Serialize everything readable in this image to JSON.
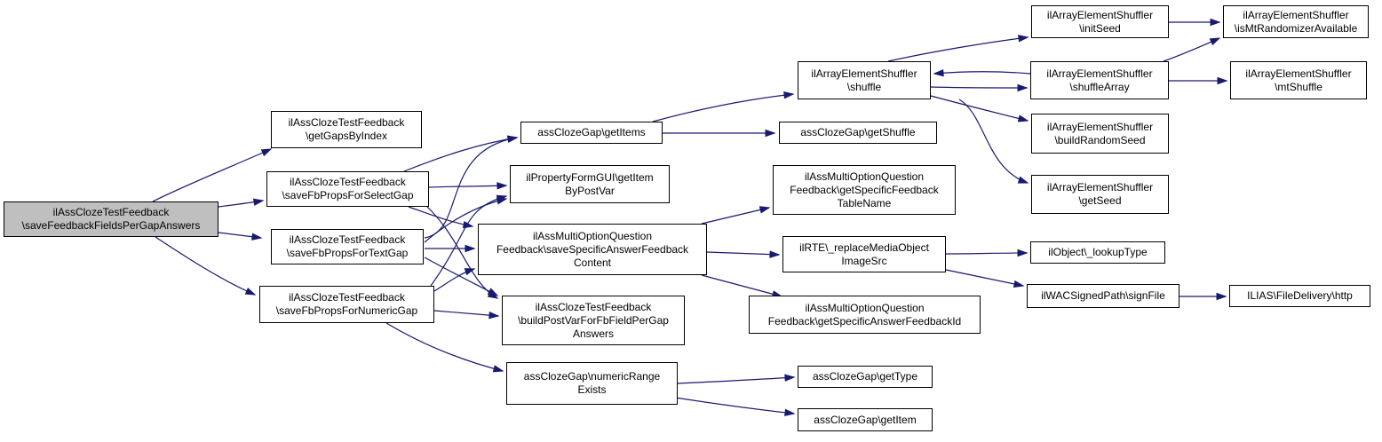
{
  "nodes": [
    {
      "id": "root",
      "root": true,
      "lines": [
        "ilAssClozeTestFeedback",
        "\\saveFeedbackFieldsPerGapAnswers"
      ]
    },
    {
      "id": "gapsbyindex",
      "lines": [
        "ilAssClozeTestFeedback",
        "\\getGapsByIndex"
      ]
    },
    {
      "id": "selectgap",
      "lines": [
        "ilAssClozeTestFeedback",
        "\\saveFbPropsForSelectGap"
      ]
    },
    {
      "id": "textgap",
      "lines": [
        "ilAssClozeTestFeedback",
        "\\saveFbPropsForTextGap"
      ]
    },
    {
      "id": "numericgap",
      "lines": [
        "ilAssClozeTestFeedback",
        "\\saveFbPropsForNumericGap"
      ]
    },
    {
      "id": "getitems",
      "lines": [
        "assClozeGap\\getItems"
      ]
    },
    {
      "id": "propform",
      "lines": [
        "ilPropertyFormGUI\\getItem",
        "ByPostVar"
      ]
    },
    {
      "id": "savespecific",
      "lines": [
        "ilAssMultiOptionQuestion",
        "Feedback\\saveSpecificAnswerFeedback",
        "Content"
      ]
    },
    {
      "id": "buildpostvar",
      "lines": [
        "ilAssClozeTestFeedback",
        "\\buildPostVarForFbFieldPerGap",
        "Answers"
      ]
    },
    {
      "id": "numrange",
      "lines": [
        "assClozeGap\\numericRange",
        "Exists"
      ]
    },
    {
      "id": "shuffle",
      "lines": [
        "ilArrayElementShuffler",
        "\\shuffle"
      ]
    },
    {
      "id": "getshuffle",
      "lines": [
        "assClozeGap\\getShuffle"
      ]
    },
    {
      "id": "tablename",
      "lines": [
        "ilAssMultiOptionQuestion",
        "Feedback\\getSpecificFeedback",
        "TableName"
      ]
    },
    {
      "id": "replacemedia",
      "lines": [
        "ilRTE\\_replaceMediaObject",
        "ImageSrc"
      ]
    },
    {
      "id": "answerfbid",
      "lines": [
        "ilAssMultiOptionQuestion",
        "Feedback\\getSpecificAnswerFeedbackId"
      ]
    },
    {
      "id": "gettype",
      "lines": [
        "assClozeGap\\getType"
      ]
    },
    {
      "id": "getitem",
      "lines": [
        "assClozeGap\\getItem"
      ]
    },
    {
      "id": "initseed",
      "lines": [
        "ilArrayElementShuffler",
        "\\initSeed"
      ]
    },
    {
      "id": "shufflearray",
      "lines": [
        "ilArrayElementShuffler",
        "\\shuffleArray"
      ]
    },
    {
      "id": "buildseed",
      "lines": [
        "ilArrayElementShuffler",
        "\\buildRandomSeed"
      ]
    },
    {
      "id": "getseed",
      "lines": [
        "ilArrayElementShuffler",
        "\\getSeed"
      ]
    },
    {
      "id": "lookuptype",
      "lines": [
        "ilObject\\_lookupType"
      ]
    },
    {
      "id": "signfile",
      "lines": [
        "ilWACSignedPath\\signFile"
      ]
    },
    {
      "id": "ismt",
      "lines": [
        "ilArrayElementShuffler",
        "\\isMtRandomizerAvailable"
      ]
    },
    {
      "id": "mtshuffle",
      "lines": [
        "ilArrayElementShuffler",
        "\\mtShuffle"
      ]
    },
    {
      "id": "http",
      "lines": [
        "ILIAS\\FileDelivery\\http"
      ]
    }
  ],
  "edges": [
    [
      "root",
      "gapsbyindex"
    ],
    [
      "root",
      "selectgap"
    ],
    [
      "root",
      "textgap"
    ],
    [
      "root",
      "numericgap"
    ],
    [
      "selectgap",
      "getitems"
    ],
    [
      "selectgap",
      "propform"
    ],
    [
      "selectgap",
      "savespecific"
    ],
    [
      "selectgap",
      "buildpostvar"
    ],
    [
      "textgap",
      "getitems"
    ],
    [
      "textgap",
      "propform"
    ],
    [
      "textgap",
      "savespecific"
    ],
    [
      "textgap",
      "buildpostvar"
    ],
    [
      "numericgap",
      "propform"
    ],
    [
      "numericgap",
      "savespecific"
    ],
    [
      "numericgap",
      "buildpostvar"
    ],
    [
      "numericgap",
      "numrange"
    ],
    [
      "getitems",
      "shuffle"
    ],
    [
      "getitems",
      "getshuffle"
    ],
    [
      "savespecific",
      "tablename"
    ],
    [
      "savespecific",
      "replacemedia"
    ],
    [
      "savespecific",
      "answerfbid"
    ],
    [
      "numrange",
      "gettype"
    ],
    [
      "numrange",
      "getitem"
    ],
    [
      "shuffle",
      "initseed"
    ],
    [
      "shuffle",
      "shufflearray"
    ],
    [
      "shuffle",
      "buildseed"
    ],
    [
      "shuffle",
      "getseed"
    ],
    [
      "shufflearray",
      "shuffle"
    ],
    [
      "shufflearray",
      "ismt"
    ],
    [
      "shufflearray",
      "mtshuffle"
    ],
    [
      "initseed",
      "ismt"
    ],
    [
      "replacemedia",
      "lookuptype"
    ],
    [
      "replacemedia",
      "signfile"
    ],
    [
      "signfile",
      "http"
    ]
  ]
}
